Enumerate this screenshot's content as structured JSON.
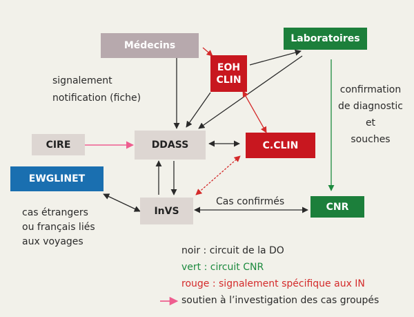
{
  "nodes": {
    "medecins": "Médecins",
    "laboratoires": "Laboratoires",
    "eoh_clin": [
      "EOH",
      "CLIN"
    ],
    "cire": "CIRE",
    "ddass": "DDASS",
    "cclin": "C.CLIN",
    "ewglinet": "EWGLINET",
    "invs": "InVS",
    "cnr": "CNR"
  },
  "labels": {
    "signalement": [
      "signalement",
      "notification  (fiche)"
    ],
    "confirmation": [
      "confirmation",
      "de diagnostic",
      "et",
      "souches"
    ],
    "cas_confirmes": "Cas confirmés",
    "cas_etrangers": [
      "cas étrangers",
      "ou français liés",
      "aux voyages"
    ]
  },
  "legend": {
    "noir": "noir : circuit de la DO",
    "vert": "vert : circuit CNR",
    "rouge": "rouge : signalement spécifique aux IN",
    "rose": "soutien à l’investigation des cas groupés"
  },
  "colors": {
    "black": "#2a2a2a",
    "green": "#1c8a3e",
    "red": "#d42a2a",
    "pink": "#ee5d8f"
  }
}
